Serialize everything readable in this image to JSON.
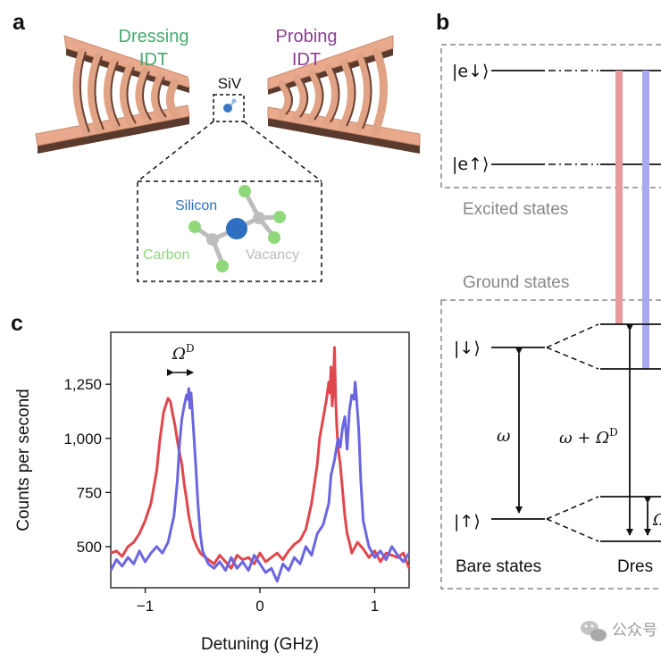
{
  "panel_a": {
    "letter": "a",
    "dressing_line1": "Dressing",
    "dressing_line2": "IDT",
    "probing_line1": "Probing",
    "probing_line2": "IDT",
    "siv": "SiV",
    "silicon": "Silicon",
    "carbon": "Carbon",
    "vacancy": "Vacancy",
    "colors": {
      "dressing": "#4aa86f",
      "probing": "#8a3f8f",
      "idt": "#e8a98c",
      "silicon": "#2f6fbf",
      "carbon": "#8fd97a",
      "vacancy": "#bbbbbb"
    }
  },
  "panel_b": {
    "letter": "b",
    "e_down": "|e↓⟩",
    "e_up": "|e↑⟩",
    "excited_states": "Excited states",
    "ground_states": "Ground states",
    "ground_down": "|↓⟩",
    "ground_up": "|↑⟩",
    "omega": "ω",
    "omega_plus": "ω + Ω",
    "omega_plus_sup": "D",
    "omega_small": "Ω",
    "bare_states": "Bare states",
    "dressed_states": "Dres",
    "colors": {
      "red_beam": "#e79a9c",
      "blue_beam": "#a9a9ee"
    }
  },
  "panel_c": {
    "letter": "c",
    "annotation": "Ω",
    "annotation_sup": "D"
  },
  "chart_data": {
    "type": "line",
    "xlabel": "Detuning (GHz)",
    "ylabel": "Counts per second",
    "xlim": [
      -1.3,
      1.3
    ],
    "ylim": [
      310,
      1490
    ],
    "xticks": [
      -1,
      0,
      1
    ],
    "xtick_labels": [
      "−1",
      "0",
      "1"
    ],
    "yticks": [
      500,
      750,
      1000,
      1250
    ],
    "ytick_labels": [
      "500",
      "750",
      "1,000",
      "1,250"
    ],
    "grid": false,
    "series": [
      {
        "color": "#e0474c",
        "x": [
          -1.3,
          -1.25,
          -1.2,
          -1.15,
          -1.1,
          -1.05,
          -1.0,
          -0.95,
          -0.9,
          -0.87,
          -0.84,
          -0.81,
          -0.8,
          -0.78,
          -0.76,
          -0.74,
          -0.72,
          -0.7,
          -0.68,
          -0.66,
          -0.64,
          -0.62,
          -0.6,
          -0.58,
          -0.55,
          -0.52,
          -0.5,
          -0.45,
          -0.4,
          -0.35,
          -0.3,
          -0.25,
          -0.2,
          -0.15,
          -0.1,
          -0.05,
          0.0,
          0.05,
          0.1,
          0.15,
          0.2,
          0.25,
          0.3,
          0.35,
          0.4,
          0.45,
          0.5,
          0.52,
          0.55,
          0.58,
          0.6,
          0.61,
          0.62,
          0.63,
          0.64,
          0.65,
          0.66,
          0.67,
          0.68,
          0.7,
          0.72,
          0.74,
          0.76,
          0.78,
          0.8,
          0.85,
          0.9,
          0.95,
          1.0,
          1.05,
          1.1,
          1.15,
          1.2,
          1.25,
          1.3
        ],
        "y": [
          470,
          480,
          455,
          500,
          520,
          560,
          620,
          700,
          850,
          1000,
          1120,
          1170,
          1185,
          1170,
          1110,
          1060,
          990,
          930,
          880,
          790,
          720,
          640,
          590,
          540,
          500,
          470,
          460,
          440,
          420,
          460,
          430,
          400,
          460,
          440,
          450,
          420,
          470,
          430,
          450,
          470,
          440,
          480,
          510,
          530,
          580,
          700,
          880,
          1000,
          1090,
          1180,
          1260,
          1210,
          1330,
          1150,
          1230,
          1420,
          1180,
          1050,
          960,
          880,
          760,
          640,
          560,
          520,
          470,
          520,
          490,
          450,
          480,
          430,
          470,
          460,
          450,
          470,
          400
        ]
      },
      {
        "color": "#6b66e0",
        "x": [
          -1.3,
          -1.25,
          -1.2,
          -1.15,
          -1.1,
          -1.05,
          -1.0,
          -0.95,
          -0.9,
          -0.85,
          -0.8,
          -0.75,
          -0.72,
          -0.7,
          -0.68,
          -0.66,
          -0.64,
          -0.63,
          -0.62,
          -0.61,
          -0.6,
          -0.58,
          -0.56,
          -0.54,
          -0.52,
          -0.5,
          -0.45,
          -0.4,
          -0.35,
          -0.3,
          -0.25,
          -0.2,
          -0.15,
          -0.1,
          -0.05,
          0.0,
          0.05,
          0.1,
          0.15,
          0.2,
          0.25,
          0.3,
          0.35,
          0.4,
          0.45,
          0.5,
          0.55,
          0.6,
          0.62,
          0.65,
          0.68,
          0.7,
          0.72,
          0.74,
          0.76,
          0.78,
          0.8,
          0.82,
          0.83,
          0.84,
          0.86,
          0.88,
          0.9,
          0.95,
          1.0,
          1.05,
          1.1,
          1.15,
          1.2,
          1.25,
          1.3
        ],
        "y": [
          390,
          440,
          410,
          450,
          420,
          480,
          430,
          470,
          500,
          470,
          520,
          640,
          800,
          980,
          1090,
          1150,
          1200,
          1180,
          1230,
          1140,
          1210,
          1050,
          880,
          700,
          560,
          480,
          420,
          400,
          430,
          390,
          450,
          400,
          430,
          390,
          460,
          420,
          380,
          400,
          340,
          420,
          390,
          450,
          420,
          500,
          460,
          560,
          600,
          700,
          830,
          900,
          1000,
          960,
          1050,
          1100,
          950,
          1130,
          1200,
          1180,
          1260,
          1200,
          1050,
          800,
          620,
          500,
          450,
          480,
          440,
          500,
          460,
          430,
          470
        ]
      }
    ]
  },
  "watermark": "公众号"
}
